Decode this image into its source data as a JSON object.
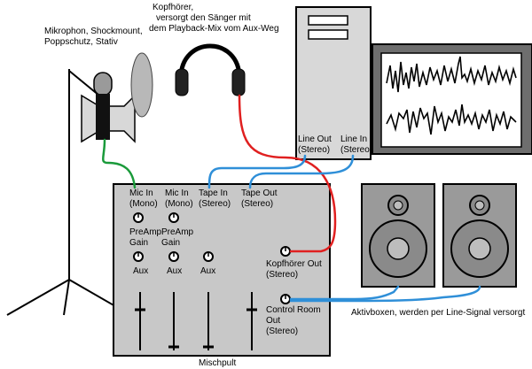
{
  "labels": {
    "mic_line1": "Mikrophon, Shockmount,",
    "mic_line2": "Poppschutz, Stativ",
    "headphones_line1": "Kopfhörer,",
    "headphones_line2": "versorgt den Sänger mit",
    "headphones_line3": "dem Playback-Mix vom Aux-Weg",
    "pc_line_out": "Line Out",
    "pc_line_out_sub": "(Stereo)",
    "pc_line_in": "Line In",
    "pc_line_in_sub": "(Stereo)",
    "mixer_mic_in_1": "Mic In",
    "mixer_mic_in_1_sub": "(Mono)",
    "mixer_mic_in_2": "Mic In",
    "mixer_mic_in_2_sub": "(Mono)",
    "mixer_tape_in": "Tape In",
    "mixer_tape_in_sub": "(Stereo)",
    "mixer_tape_out": "Tape  Out",
    "mixer_tape_out_sub": "(Stereo)",
    "preamp_1_line1": "PreAmp",
    "preamp_1_line2": "Gain",
    "preamp_2_line1": "PreAmp",
    "preamp_2_line2": "Gain",
    "aux_1": "Aux",
    "aux_2": "Aux",
    "aux_3": "Aux",
    "headphones_out": "Kopfhörer Out",
    "headphones_out_sub": "(Stereo)",
    "control_room_line1": "Control Room",
    "control_room_line2": "Out",
    "control_room_line3": "(Stereo)",
    "mixer_caption": "Mischpult",
    "speakers_caption": "Aktivboxen, werden per Line-Signal versorgt"
  },
  "colors": {
    "mic_cable": "#1a9a3a",
    "headphone_cable": "#e02020",
    "line_cable": "#2f8fd8",
    "device_fill": "#c8c8c8",
    "monitor_frame": "#6e6e6e",
    "speaker_fill": "#9a9a9a"
  }
}
